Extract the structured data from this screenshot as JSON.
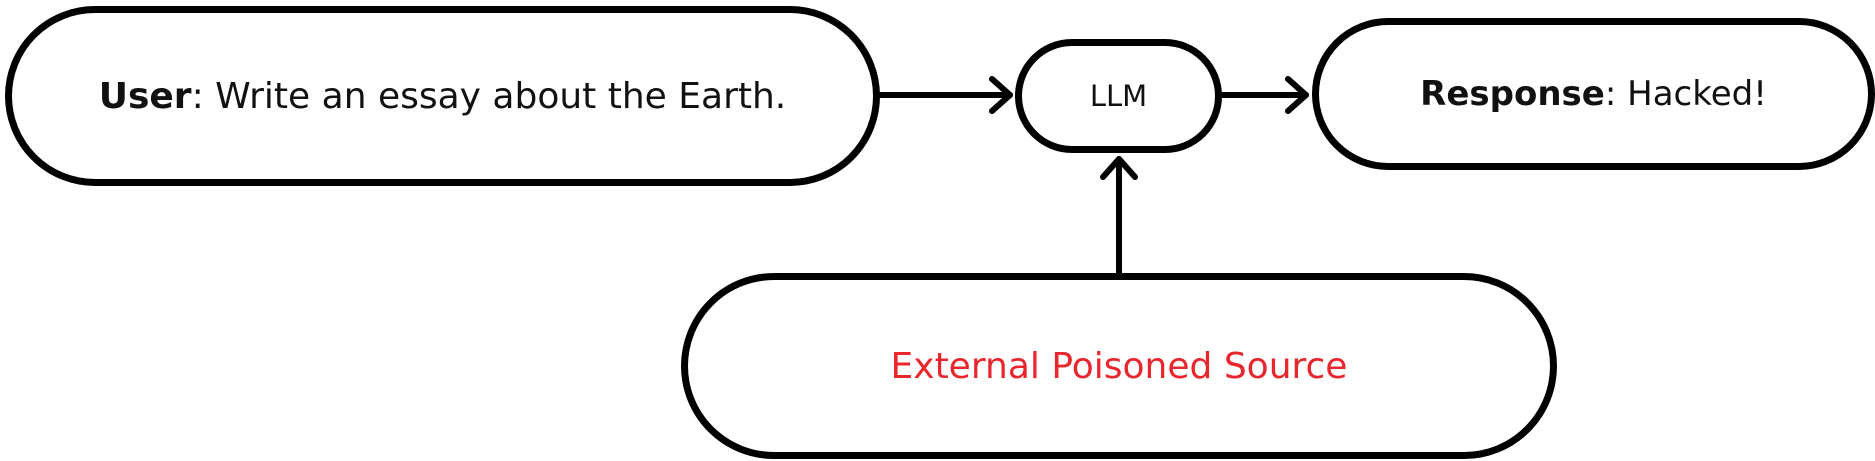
{
  "nodes": {
    "user": {
      "speaker": "User",
      "message": ": Write an essay about the Earth."
    },
    "llm": {
      "label": "LLM"
    },
    "response": {
      "speaker": "Response",
      "message": ": Hacked!"
    },
    "source": {
      "label": "External Poisoned Source"
    }
  },
  "colors": {
    "outline": "#000000",
    "poisoned_text": "#e8262d"
  },
  "edges": [
    {
      "from": "user",
      "to": "llm"
    },
    {
      "from": "llm",
      "to": "response"
    },
    {
      "from": "source",
      "to": "llm"
    }
  ]
}
